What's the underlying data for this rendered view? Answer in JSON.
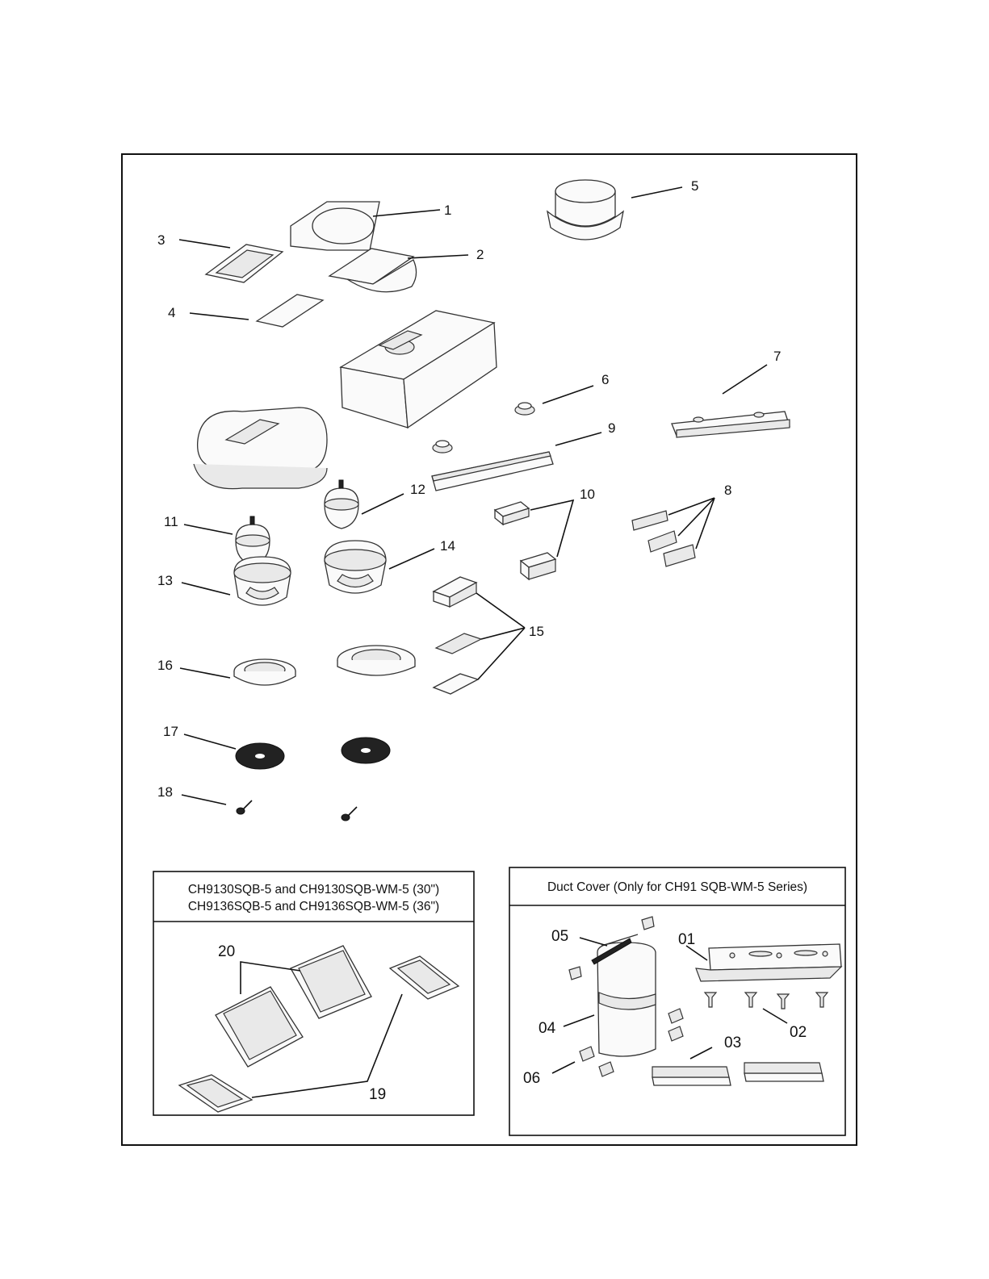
{
  "callouts": [
    "1",
    "2",
    "3",
    "4",
    "5",
    "6",
    "7",
    "8",
    "9",
    "10",
    "11",
    "12",
    "13",
    "14",
    "15",
    "16",
    "17",
    "18",
    "19",
    "20"
  ],
  "filter_box": {
    "title_line1": "CH9130SQB-5 and CH9130SQB-WM-5 (30\")",
    "title_line2": "CH9136SQB-5 and CH9136SQB-WM-5 (36\")"
  },
  "duct_box": {
    "title": "Duct Cover (Only for CH91 SQB-WM-5 Series)",
    "callouts": [
      "01",
      "02",
      "03",
      "04",
      "05",
      "06"
    ]
  }
}
